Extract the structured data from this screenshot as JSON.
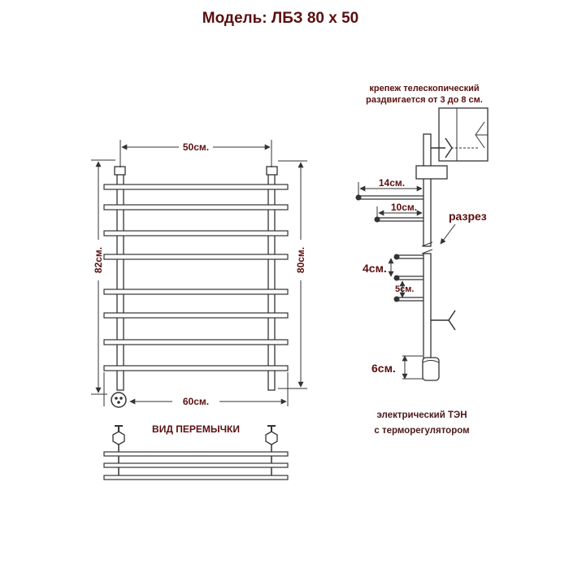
{
  "title": "Модель: ЛБЗ 80 х 50",
  "front_view": {
    "dims": {
      "width_top": "50см.",
      "width_bottom": "60см.",
      "height_left": "82см.",
      "height_right": "80см."
    }
  },
  "jumper_view": {
    "label": "ВИД ПЕРЕМЫЧКИ"
  },
  "side_view": {
    "mount_note_line1": "крепеж телескопический",
    "mount_note_line2": "раздвигается от 3 до 8 см.",
    "dims": {
      "d14": "14см.",
      "d10": "10см.",
      "d4": "4см.",
      "d5": "5см.",
      "d6": "6см."
    },
    "cut_label": "разрез",
    "heater_line1": "электрический  ТЭН",
    "heater_line2": "с терморегулятором"
  },
  "colors": {
    "text": "#5a0f0f",
    "line": "#333333"
  }
}
